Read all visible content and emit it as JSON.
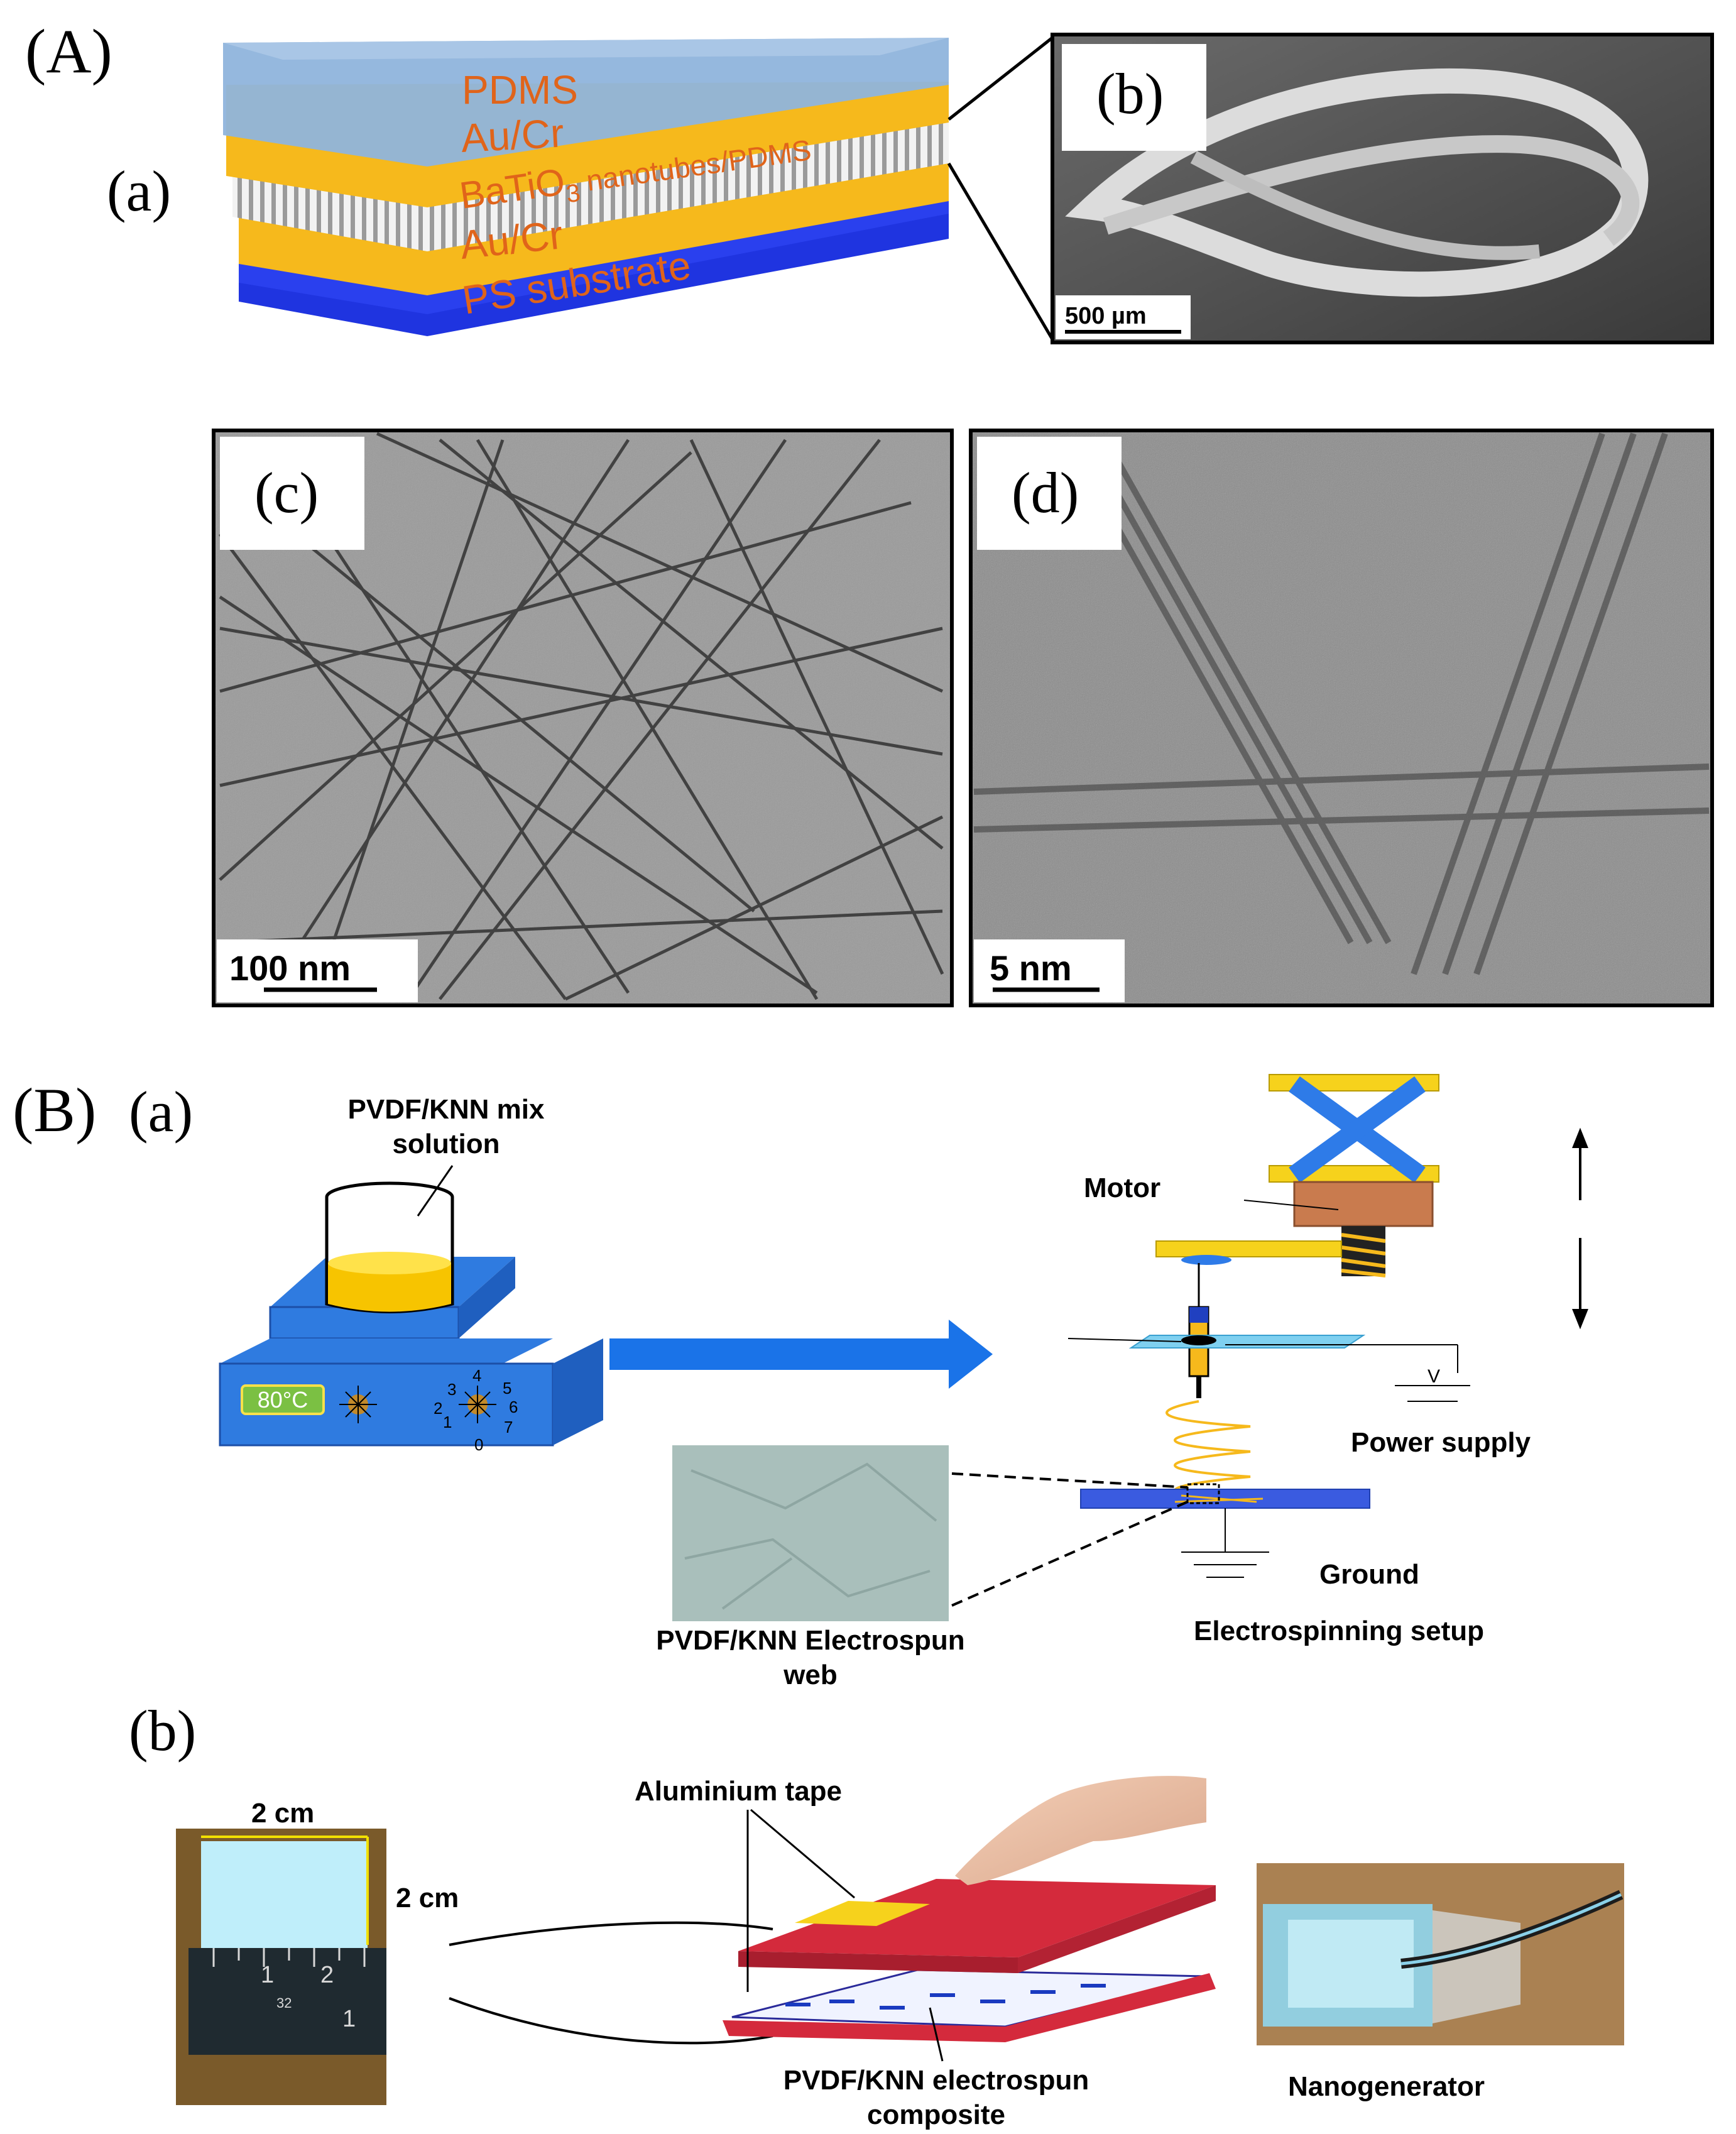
{
  "panel_A": {
    "label": "(A)",
    "sub_a": "(a)",
    "sub_b": "(b)",
    "sub_c": "(c)",
    "sub_d": "(d)",
    "layers": {
      "pdms": "PDMS",
      "aucr_top": "Au/Cr",
      "batio3_prefix": "BaTiO",
      "batio3_sub": "3",
      "batio3_suffix": " nanotubes/PDMS",
      "aucr_bottom": "Au/Cr",
      "ps": "PS substrate"
    },
    "scalebar_b": "500 µm",
    "scalebar_c": "100 nm",
    "scalebar_d": "5 nm"
  },
  "panel_B": {
    "label": "(B)",
    "sub_a": "(a)",
    "sub_b": "(b)",
    "solution_label_line1": "PVDF/KNN mix",
    "solution_label_line2": "solution",
    "temperature": "80°C",
    "dial_numbers": [
      "4",
      "5",
      "3",
      "6",
      "2",
      "1",
      "7",
      "0"
    ],
    "motor": "Motor",
    "voltage": "V",
    "power_supply": "Power supply",
    "ground": "Ground",
    "setup": "Electrospinning setup",
    "web_line1": "PVDF/KNN Electrospun",
    "web_line2": "web",
    "width_label": "2 cm",
    "height_label": "2 cm",
    "ruler_marks": [
      "1",
      "2",
      "32",
      "1"
    ],
    "aluminium_tape": "Aluminium tape",
    "composite_line1": "PVDF/KNN electrospun",
    "composite_line2": "composite",
    "nanogenerator": "Nanogenerator"
  },
  "colors": {
    "pdms": "#8fb4dc",
    "gold": "#f6b91c",
    "ps_blue": "#1f34e0",
    "layer_text": "#e0641a",
    "arrow_blue": "#1a73e8",
    "device_red": "#d42a3c"
  }
}
